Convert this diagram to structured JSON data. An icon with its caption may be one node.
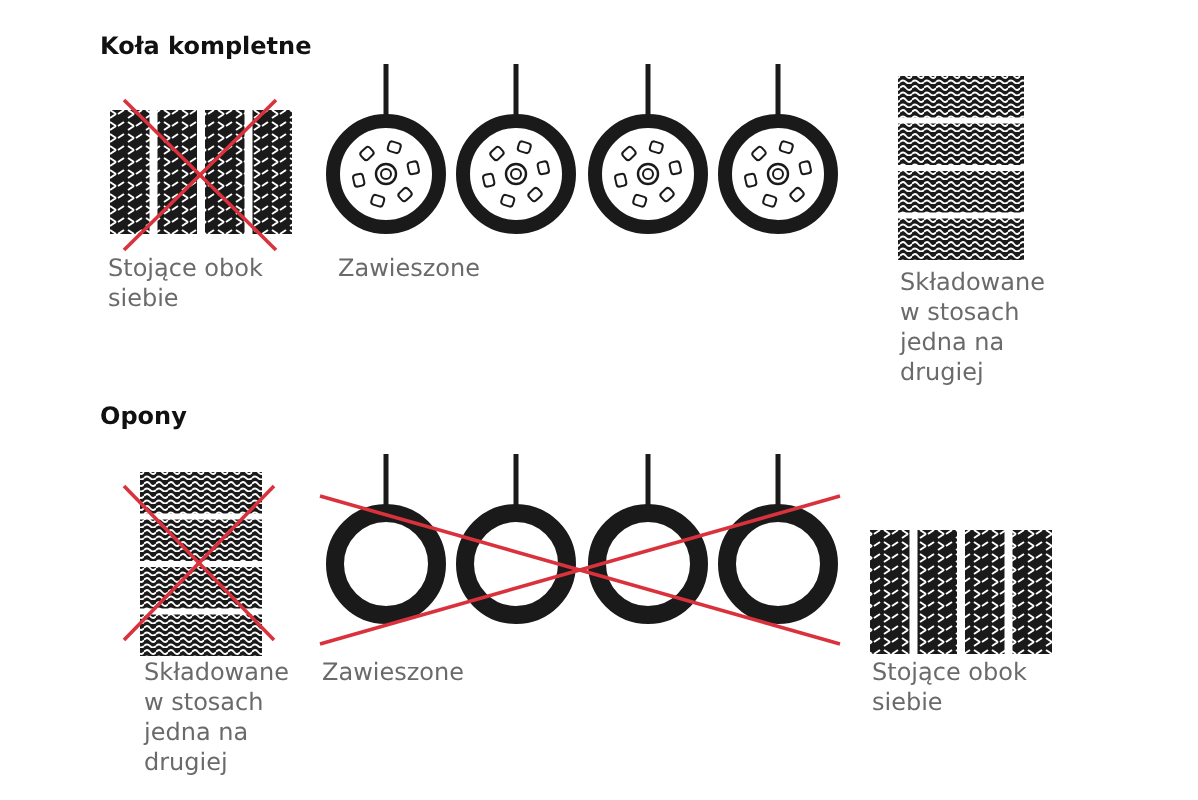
{
  "diagram": {
    "labels": [
      "Koła kompletne",
      "Stojące obok siebie",
      "Zawieszone",
      "Składowane w stosach jedna na drugiej",
      "Opony",
      "Składowane w stosach jedna na drugiej",
      "Zawieszone",
      "Stojące obok siebie"
    ]
  }
}
